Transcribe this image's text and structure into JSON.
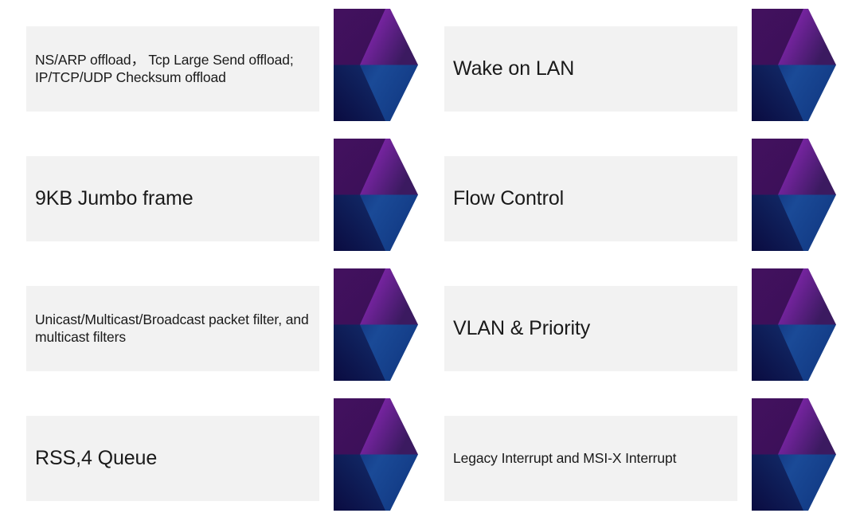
{
  "page": {
    "title": "Feature chevron list",
    "background_color": "#ffffff",
    "bar_color": "#f2f2f2",
    "text_color": "#1a1a1a",
    "arrow_purple_light": "#8f2bb4",
    "arrow_purple_dark": "#3f1b63",
    "arrow_purple_corner": "#3d1259",
    "arrow_blue_light": "#2a5aa8",
    "arrow_blue_dark": "#10296e",
    "arrow_blue_corner": "#0d1047"
  },
  "columns": [
    {
      "name": "left-column",
      "items": [
        {
          "label": "NS/ARP offload， Tcp Large Send offload; IP/TCP/UDP Checksum offload",
          "size": "small"
        },
        {
          "label": "9KB Jumbo frame",
          "size": "big"
        },
        {
          "label": "Unicast/Multicast/Broadcast packet filter, and multicast filters",
          "size": "small"
        },
        {
          "label": "RSS,4 Queue",
          "size": "big"
        }
      ]
    },
    {
      "name": "right-column",
      "items": [
        {
          "label": "Wake on LAN",
          "size": "big"
        },
        {
          "label": "Flow Control",
          "size": "big"
        },
        {
          "label": "VLAN & Priority",
          "size": "big"
        },
        {
          "label": "Legacy Interrupt and MSI-X Interrupt",
          "size": "small"
        }
      ]
    }
  ]
}
